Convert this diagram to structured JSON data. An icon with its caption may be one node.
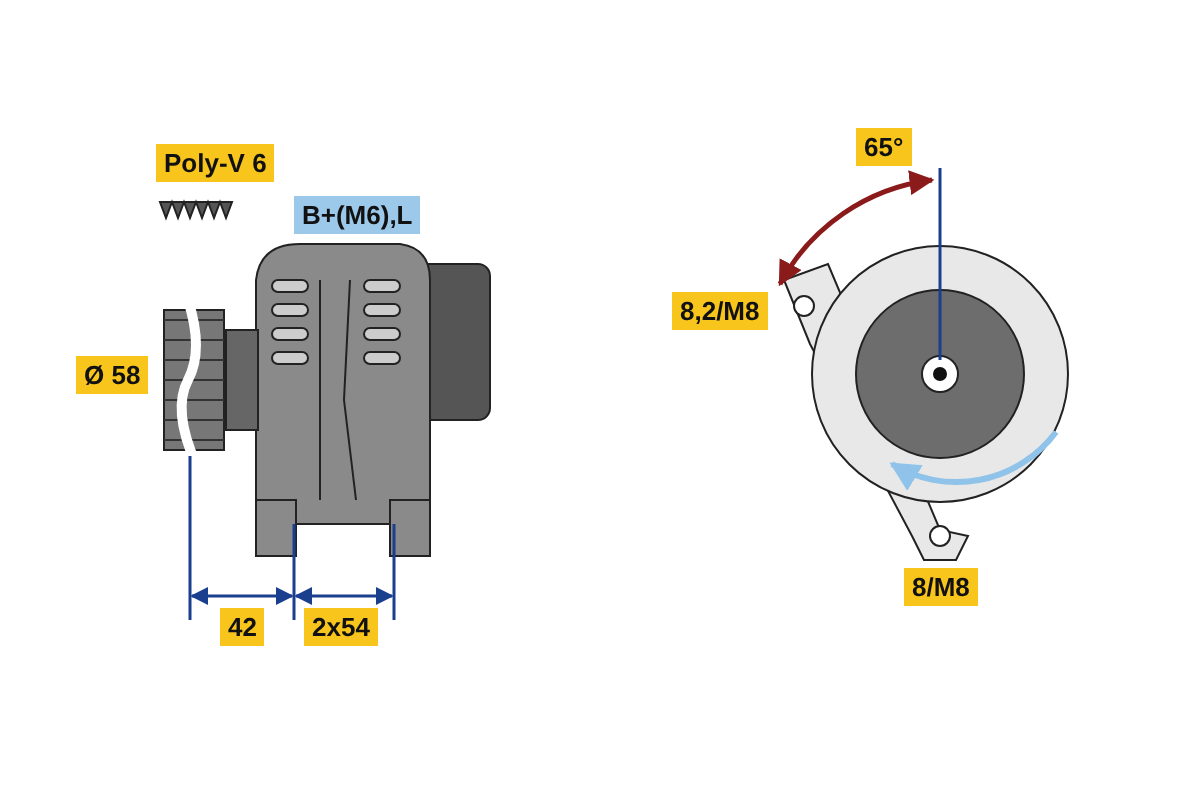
{
  "diagram": {
    "labels": [
      "Poly-V 6",
      "B+(M6),L",
      "Ø 58",
      "42",
      "2x54",
      "65°",
      "8,2/M8",
      "8/M8"
    ]
  }
}
